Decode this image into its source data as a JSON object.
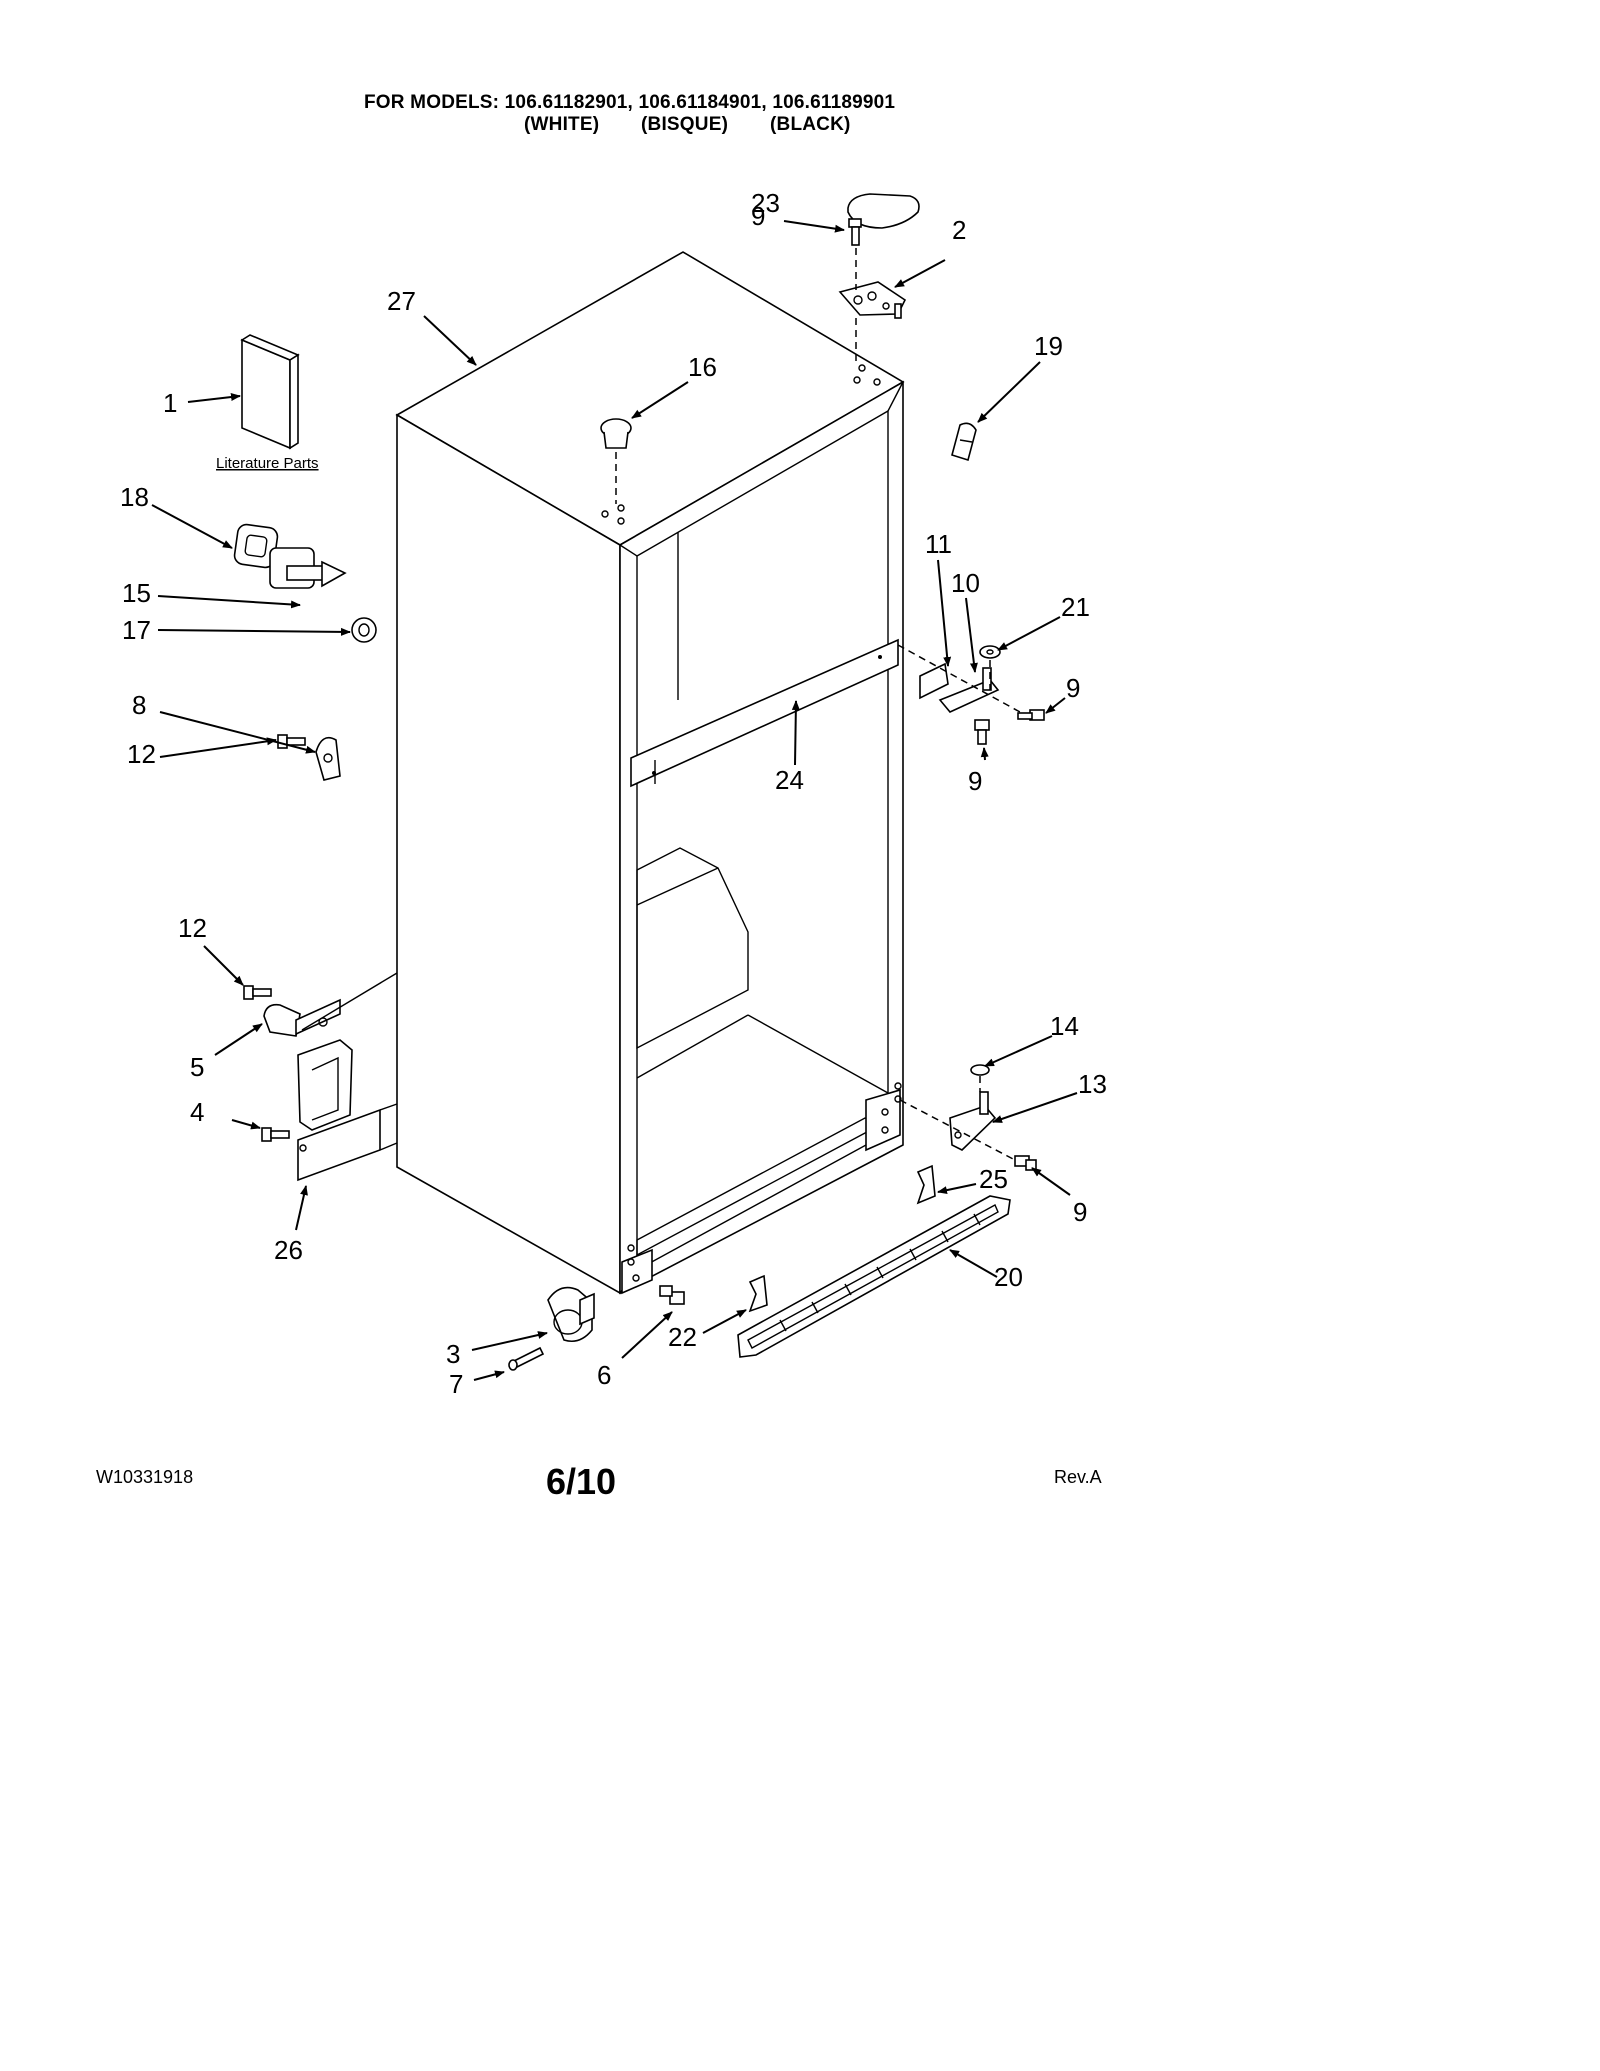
{
  "header": {
    "models_line": "FOR MODELS: 106.61182901, 106.61184901, 106.61189901",
    "colors": [
      "(WHITE)",
      "(BISQUE)",
      "(BLACK)"
    ]
  },
  "literature_label": "Literature Parts",
  "callouts": {
    "c1": "1",
    "c2": "2",
    "c3": "3",
    "c4": "4",
    "c5": "5",
    "c6": "6",
    "c7": "7",
    "c8": "8",
    "c9a": "9",
    "c9b": "9",
    "c9c": "9",
    "c9d": "9",
    "c10": "10",
    "c11": "11",
    "c12a": "12",
    "c12b": "12",
    "c13": "13",
    "c14": "14",
    "c15": "15",
    "c16": "16",
    "c17": "17",
    "c18": "18",
    "c19": "19",
    "c20": "20",
    "c21": "21",
    "c22": "22",
    "c23": "23",
    "c24": "24",
    "c25": "25",
    "c26": "26",
    "c27": "27"
  },
  "footer": {
    "doc_number": "W10331918",
    "page": "6/10",
    "revision": "Rev.A"
  }
}
